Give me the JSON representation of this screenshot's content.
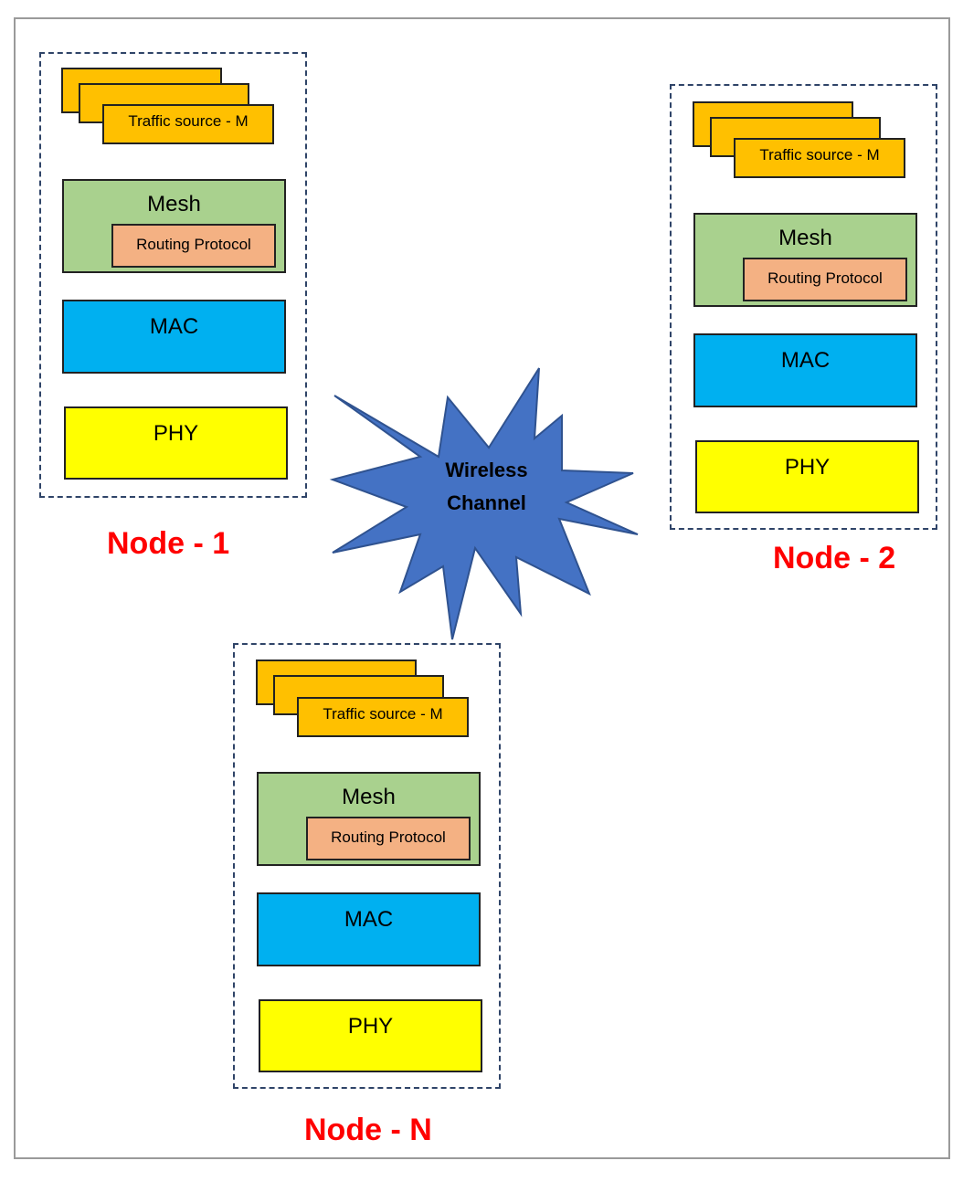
{
  "nodes": [
    {
      "label": "Node - 1",
      "traffic": "Traffic source - M",
      "mesh": "Mesh",
      "routing": "Routing Protocol",
      "mac": "MAC",
      "phy": "PHY"
    },
    {
      "label": "Node - 2",
      "traffic": "Traffic source - M",
      "mesh": "Mesh",
      "routing": "Routing Protocol",
      "mac": "MAC",
      "phy": "PHY"
    },
    {
      "label": "Node - N",
      "traffic": "Traffic source - M",
      "mesh": "Mesh",
      "routing": "Routing Protocol",
      "mac": "MAC",
      "phy": "PHY"
    }
  ],
  "channel": {
    "line1": "Wireless",
    "line2": "Channel"
  },
  "colors": {
    "traffic": "#ffc000",
    "mesh": "#a9d18e",
    "routing": "#f4b183",
    "mac": "#00b0f0",
    "phy": "#ffff00",
    "channel": "#4472c4",
    "node_label": "#ff0000"
  }
}
